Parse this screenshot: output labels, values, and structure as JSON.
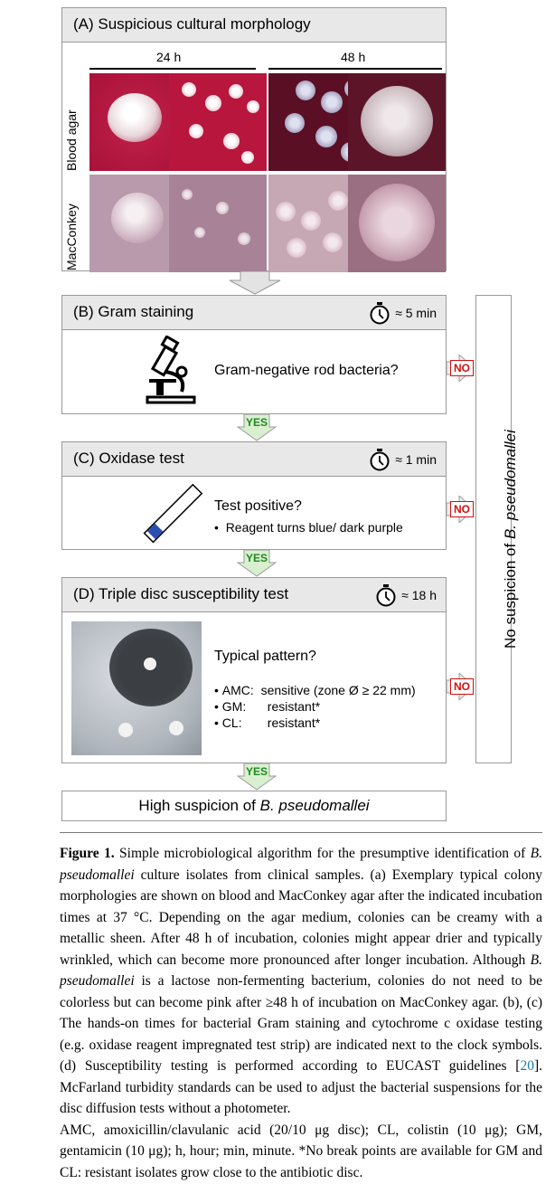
{
  "panelA": {
    "title": "(A) Suspicious cultural morphology",
    "time_24": "24 h",
    "time_48": "48 h",
    "row1": "Blood agar",
    "row2": "MacConkey"
  },
  "panelB": {
    "title": "(B) Gram staining",
    "time": "≈ 5 min",
    "question": "Gram-negative rod bacteria?"
  },
  "panelC": {
    "title": "(C) Oxidase test",
    "time": "≈ 1 min",
    "question": "Test positive?",
    "bullet": "Reagent turns blue/ dark purple"
  },
  "panelD": {
    "title": "(D) Triple disc susceptibility test",
    "time": "≈ 18 h",
    "question": "Typical pattern?",
    "rows": [
      {
        "drug": "AMC:",
        "result": "sensitive (zone Ø ≥ 22 mm)"
      },
      {
        "drug": "GM:",
        "result": "resistant*"
      },
      {
        "drug": "CL:",
        "result": "resistant*"
      }
    ]
  },
  "yes_label": "YES",
  "no_label": "NO",
  "side_label_prefix": "No suspicion of ",
  "side_label_species": "B. pseudomallei",
  "final_prefix": "High suspicion of ",
  "final_species": "B. pseudomallei",
  "caption": {
    "label": "Figure 1.",
    "s1": " Simple microbiological algorithm for the presumptive identification of ",
    "sp1": "B. pseudomallei",
    "s2": " culture isolates from clinical samples. (a) Exemplary typical colony morphologies are shown on blood and MacConkey agar after the indicated incubation times at 37 °C. Depending on the agar medium, colonies can be creamy with a metallic sheen. After 48 h of incubation, colonies might appear drier and typically wrinkled, which can become more pronounced after longer incubation. Although ",
    "sp2": "B. pseudomallei",
    "s3": " is a lactose non-fermenting bacterium, colonies do not need to be colorless but can become pink after ≥48 h of incubation on MacConkey agar. (b), (c) The hands-on times for bacterial Gram staining and cytochrome c oxidase testing (e.g. oxidase reagent impregnated test strip) are indicated next to the clock symbols. (d) Susceptibility testing is performed according to EUCAST guidelines [",
    "ref": "20",
    "s4": "]. McFarland turbidity standards can be used to adjust the bacterial suspensions for the disc diffusion tests without a photometer.",
    "abbrev": "AMC, amoxicillin/clavulanic acid (20/10 μg disc); CL, colistin (10 μg); GM, gentamicin (10 μg); h, hour; min, minute. *No break points are available for GM and CL: resistant isolates grow close to the antibiotic disc."
  },
  "colors": {
    "yes_green": "#1f8a1f",
    "no_red": "#d01010",
    "blue_reagent": "#2b4fb0",
    "header_grey": "#e8e8e8"
  }
}
